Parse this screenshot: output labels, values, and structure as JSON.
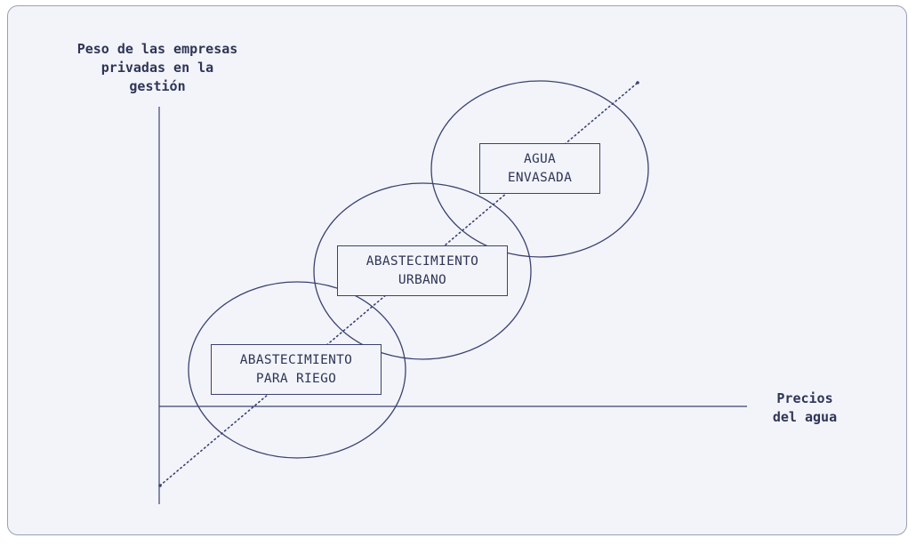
{
  "axes": {
    "y_title": [
      "Peso de las empresas",
      "privadas en la",
      "gestión"
    ],
    "x_title": [
      "Precios",
      "del agua"
    ]
  },
  "sectors": [
    {
      "id": "riego",
      "lines": [
        "ABASTECIMIENTO",
        "PARA RIEGO"
      ]
    },
    {
      "id": "urbano",
      "lines": [
        "ABASTECIMIENTO",
        "URBANO"
      ]
    },
    {
      "id": "envasada",
      "lines": [
        "AGUA",
        "ENVASADA"
      ]
    }
  ],
  "colors": {
    "ink": "#3b4270",
    "text": "#2f3557",
    "background": "#f2f4f9",
    "frame": "#9aa0b4"
  }
}
